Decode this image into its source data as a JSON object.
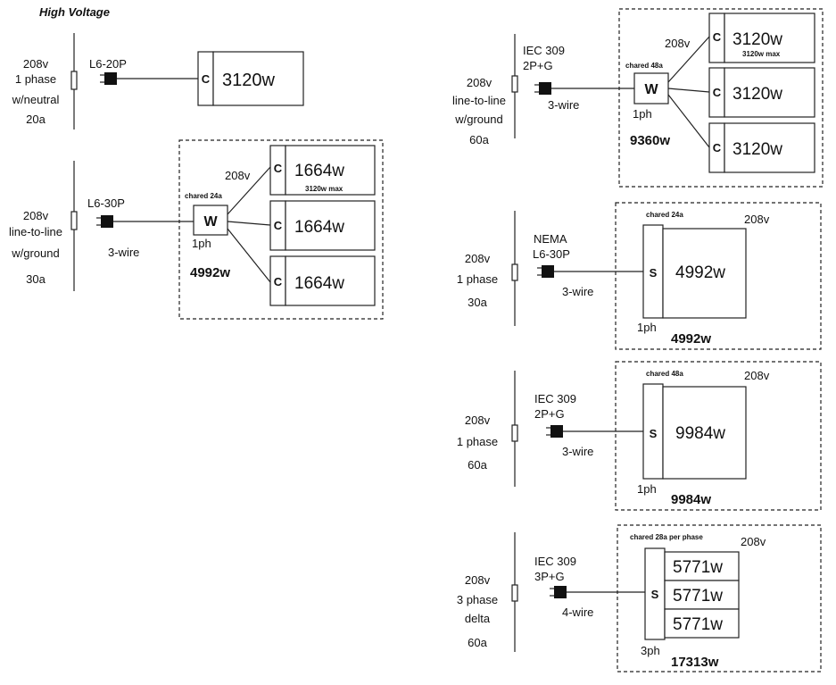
{
  "title": "High Voltage",
  "circuits": [
    {
      "id": "c1",
      "source": [
        "208v",
        "1 phase",
        "w/neutral",
        "20a"
      ],
      "plug": [
        "L6-20P"
      ],
      "loads": [
        {
          "letter": "C",
          "watts": "3120w"
        }
      ]
    },
    {
      "id": "c2",
      "source": [
        "208v",
        "line-to-line",
        "w/ground",
        "30a"
      ],
      "plug": [
        "L6-30P"
      ],
      "wire_label": "3-wire",
      "hub_letter": "W",
      "hub_label": "1ph",
      "shared_label": "chared 24a",
      "voltage_label": "208v",
      "total": "4992w",
      "loads": [
        {
          "letter": "C",
          "watts": "1664w",
          "note": "3120w max"
        },
        {
          "letter": "C",
          "watts": "1664w"
        },
        {
          "letter": "C",
          "watts": "1664w"
        }
      ]
    },
    {
      "id": "c3",
      "source": [
        "208v",
        "line-to-line",
        "w/ground",
        "60a"
      ],
      "plug": [
        "IEC 309",
        "2P+G"
      ],
      "wire_label": "3-wire",
      "hub_letter": "W",
      "hub_label": "1ph",
      "shared_label": "chared 48a",
      "voltage_label": "208v",
      "total": "9360w",
      "loads": [
        {
          "letter": "C",
          "watts": "3120w",
          "note": "3120w max"
        },
        {
          "letter": "C",
          "watts": "3120w"
        },
        {
          "letter": "C",
          "watts": "3120w"
        }
      ]
    },
    {
      "id": "c4",
      "source": [
        "208v",
        "1 phase",
        "30a"
      ],
      "plug": [
        "NEMA",
        "L6-30P"
      ],
      "wire_label": "3-wire",
      "hub_letter": "S",
      "hub_label": "1ph",
      "shared_label": "chared 24a",
      "voltage_label": "208v",
      "total": "4992w",
      "loads": [
        {
          "watts": "4992w"
        }
      ]
    },
    {
      "id": "c5",
      "source": [
        "208v",
        "1 phase",
        "60a"
      ],
      "plug": [
        "IEC 309",
        "2P+G"
      ],
      "wire_label": "3-wire",
      "hub_letter": "S",
      "hub_label": "1ph",
      "shared_label": "chared 48a",
      "voltage_label": "208v",
      "total": "9984w",
      "loads": [
        {
          "watts": "9984w"
        }
      ]
    },
    {
      "id": "c6",
      "source": [
        "208v",
        "3 phase",
        "delta",
        "60a"
      ],
      "plug": [
        "IEC 309",
        "3P+G"
      ],
      "wire_label": "4-wire",
      "hub_letter": "S",
      "hub_label": "3ph",
      "shared_label": "chared 28a per phase",
      "voltage_label": "208v",
      "total": "17313w",
      "loads": [
        {
          "watts": "5771w"
        },
        {
          "watts": "5771w"
        },
        {
          "watts": "5771w"
        }
      ]
    }
  ]
}
